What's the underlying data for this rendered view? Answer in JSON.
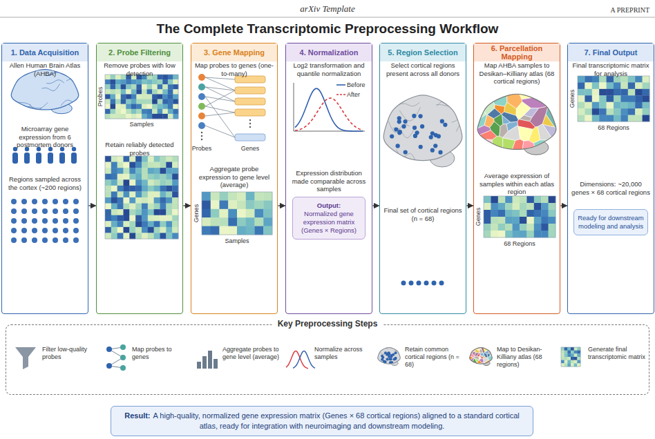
{
  "diagram": {
    "title": "The Complete Transcriptomic Preprocessing Workflow",
    "nodes": [
      {
        "text": [
          "1. Data Acquisition",
          "Allen Human Brain Atlas (AHBA)",
          "Microarray gene expression from 6 postmortem donors",
          "Regions sampled across the cortex (~200 regions)"
        ]
      },
      {
        "text": [
          "2. Probe Filtering",
          "Remove probes with low detection",
          "Retain reliably detected probes"
        ]
      },
      {
        "text": [
          "3. Gene Mapping",
          "Map probes to genes (one-to-many)",
          "Aggregate probe expression to gene level (average)"
        ]
      },
      {
        "text": [
          "4. Normalization",
          "Log2 transformation and quantile normalization",
          "Expression distribution made comparable across samples"
        ]
      },
      {
        "text": [
          "Output:",
          "Normalized gene expression matrix (Genes × Regions)"
        ],
        "in": 3
      },
      {
        "text": [
          "5. Region Selection",
          "Select cortical regions present across all donors",
          "Final set of cortical regions (n = 68)"
        ]
      },
      {
        "text": [
          "6. Parcellation Mapping",
          "Map AHBA samples to Desikan–Killiany atlas (68 cortical regions)",
          "Average expression of samples within each atlas region"
        ]
      },
      {
        "text": [
          "7. Final Output",
          "Final transcriptomic matrix for analysis",
          "Dimensions: ~20,000 genes × 68 cortical regions"
        ]
      },
      {
        "text": [
          "Ready for downstream modeling and analysis"
        ],
        "in": 7
      },
      {
        "text": [
          "Key Preprocessing Steps",
          "Filter low-quality probes",
          "Map probes to genes",
          "Aggregate probes to gene level (average)",
          "Normalize across samples",
          "Retain common cortical regions (n = 68)",
          "Map to Desikan-Killiany atlas (68 regions)",
          "Generate final transcriptomic matrix"
        ]
      },
      {
        "text": [
          "Result:",
          "A high-quality, normalized gene expression matrix (Genes × 68 cortical regions) aligned to a standard cortical atlas, ready for integration with neuroimaging and downstream modeling."
        ]
      }
    ],
    "edges": [
      {
        "from": 0,
        "to": 1,
        "arrow": "to"
      },
      {
        "from": 1,
        "to": 2,
        "arrow": "to"
      },
      {
        "from": 2,
        "to": 3,
        "arrow": "to"
      },
      {
        "from": 3,
        "to": 5,
        "arrow": "to"
      },
      {
        "from": 5,
        "to": 6,
        "arrow": "to"
      },
      {
        "from": 6,
        "to": 7,
        "arrow": "to"
      }
    ],
    "labels": [
      "arXiv Template",
      "A PREPRINT",
      "Probes",
      "Samples",
      "Probes",
      "Genes",
      "Genes",
      "Samples",
      "Genes",
      "68 Regions",
      "Genes",
      "68 Regions"
    ],
    "legend": [
      {
        "text": "Before"
      },
      {
        "text": "After"
      }
    ]
  }
}
